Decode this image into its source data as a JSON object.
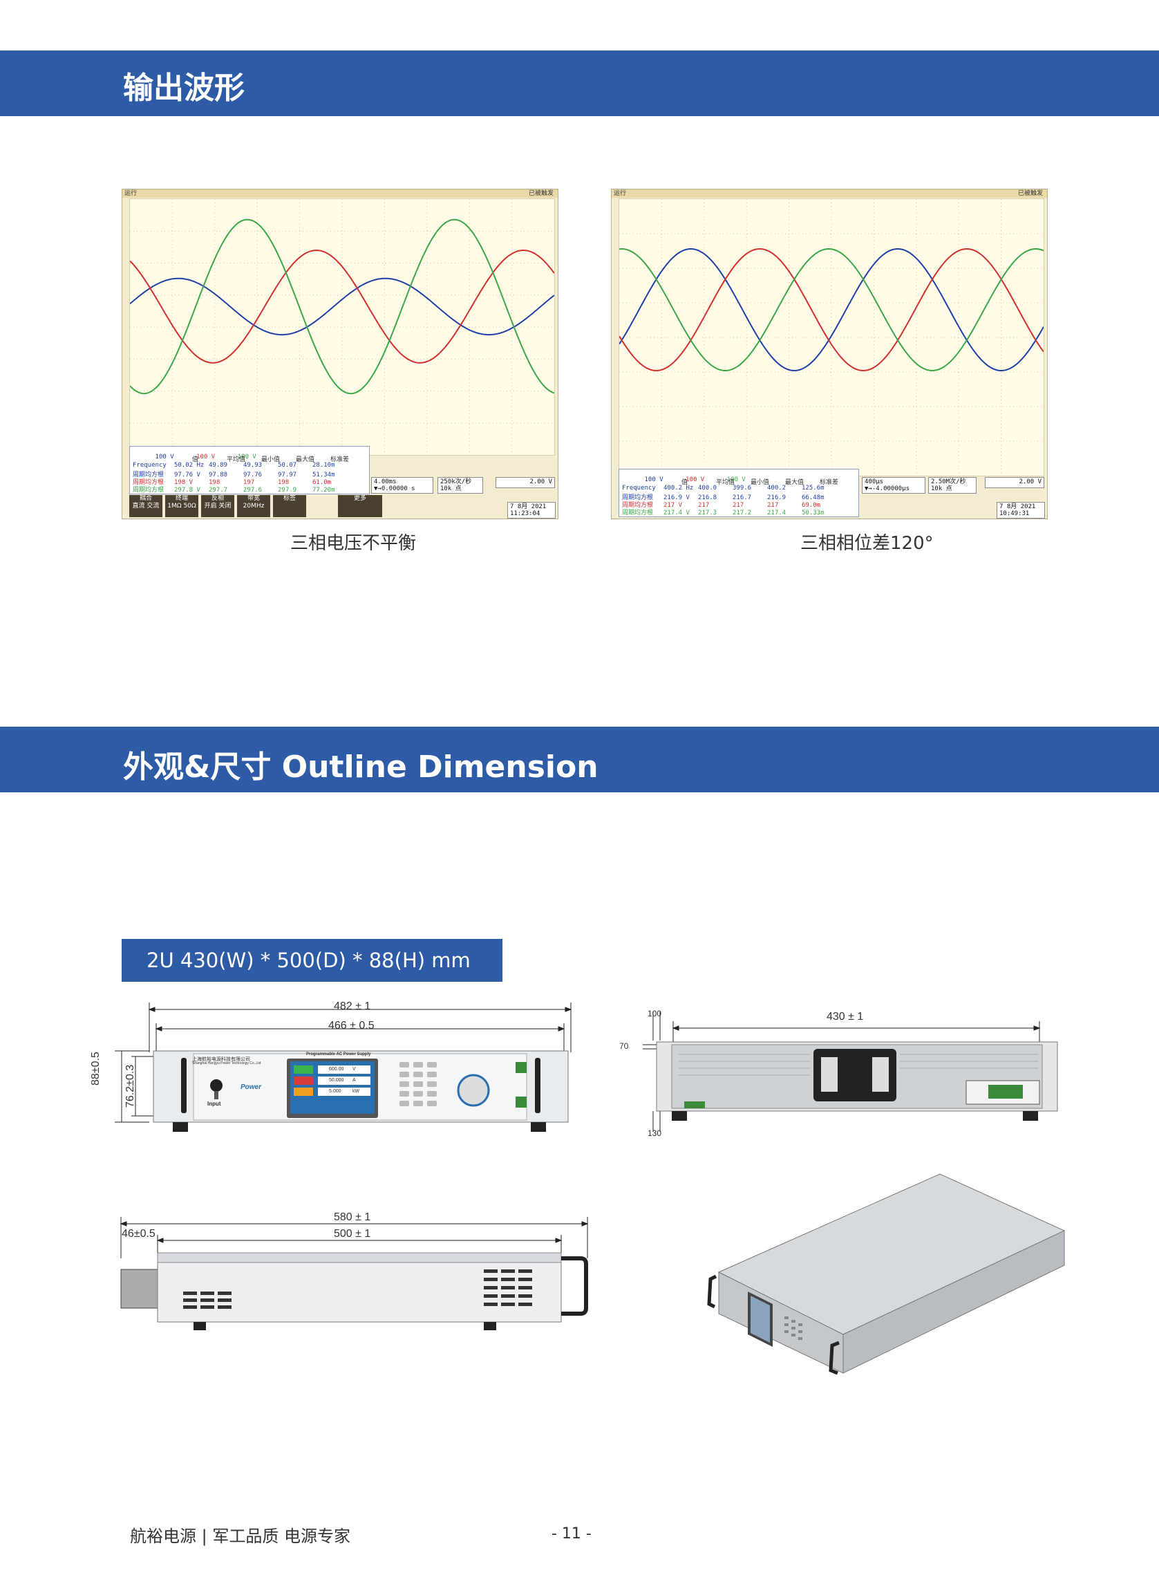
{
  "section1": {
    "title": "输出波形"
  },
  "section2": {
    "title": "外观&尺寸 Outline Dimension"
  },
  "scope_left": {
    "status_left": "运行",
    "status_right": "已被触发",
    "channels": [
      {
        "id": "1",
        "scale": "100 V",
        "color": "#1e3fa8"
      },
      {
        "id": "2",
        "scale": "100 V",
        "color": "#d32f2f"
      },
      {
        "id": "3",
        "scale": "100 V",
        "color": "#3aa64a"
      }
    ],
    "meas_headers": [
      "值",
      "平均值",
      "最小值",
      "最大值",
      "标准差"
    ],
    "meas_rows": [
      {
        "ch": "1",
        "name": "Frequency",
        "val": "50.02 Hz",
        "avg": "49.89",
        "min": "49.93",
        "max": "50.07",
        "std": "28.10m",
        "color": "blue"
      },
      {
        "ch": "1",
        "name": "周期均方根",
        "val": "97.76 V",
        "avg": "97.88",
        "min": "97.76",
        "max": "97.97",
        "std": "51.34m",
        "color": "blue"
      },
      {
        "ch": "2",
        "name": "周期均方根",
        "val": "198 V",
        "avg": "198",
        "min": "197",
        "max": "198",
        "std": "61.0m",
        "color": "red"
      },
      {
        "ch": "3",
        "name": "周期均方根",
        "val": "297.8 V",
        "avg": "297.7",
        "min": "297.6",
        "max": "297.9",
        "std": "77.20m",
        "color": "green"
      }
    ],
    "timebase": "4.00ms",
    "delay": "▼→0.00000 s",
    "sample": "250k次/秒",
    "points": "10k 点",
    "trigger": "2.00 V",
    "date": "7 8月 2021",
    "time": "11:23:04",
    "softkeys": [
      "耦合",
      "终端",
      "反相",
      "带宽",
      "标签",
      "更多"
    ],
    "softkey_sub": [
      "直流  交流",
      "1MΩ  50Ω",
      "开启  关闭",
      "20MHz",
      "",
      ""
    ],
    "caption": "三相电压不平衡"
  },
  "scope_right": {
    "status_left": "运行",
    "status_right": "已被触发",
    "channels": [
      {
        "id": "1",
        "scale": "100 V",
        "color": "#1e3fa8"
      },
      {
        "id": "2",
        "scale": "100 V",
        "color": "#d32f2f"
      },
      {
        "id": "3",
        "scale": "100 V",
        "color": "#3aa64a"
      }
    ],
    "meas_headers": [
      "值",
      "平均值",
      "最小值",
      "最大值",
      "标准差"
    ],
    "meas_rows": [
      {
        "ch": "1",
        "name": "Frequency",
        "val": "400.2 Hz",
        "avg": "400.0",
        "min": "399.6",
        "max": "400.2",
        "std": "125.6m",
        "color": "blue"
      },
      {
        "ch": "1",
        "name": "周期均方根",
        "val": "216.9 V",
        "avg": "216.8",
        "min": "216.7",
        "max": "216.9",
        "std": "66.48m",
        "color": "blue"
      },
      {
        "ch": "2",
        "name": "周期均方根",
        "val": "217 V",
        "avg": "217",
        "min": "217",
        "max": "217",
        "std": "69.0m",
        "color": "red"
      },
      {
        "ch": "3",
        "name": "周期均方根",
        "val": "217.4 V",
        "avg": "217.3",
        "min": "217.2",
        "max": "217.4",
        "std": "50.33m",
        "color": "green"
      }
    ],
    "timebase": "400μs",
    "delay": "▼→-4.00000μs",
    "sample": "2.50M次/秒",
    "points": "10k 点",
    "trigger": "2.00 V",
    "date": "7 8月 2021",
    "time": "10:49:31",
    "caption": "三相相位差120°"
  },
  "dimension": {
    "spec": "2U    430(W) * 500(D) * 88(H) mm",
    "front": {
      "outer_width": "482 ± 1",
      "inner_width": "466 ± 0.5",
      "height_outer": "88±0.5",
      "height_inner": "76.2±0.3",
      "panel_company": "上海航裕电源科技有限公司",
      "panel_company_en": "Shanghai Hangyu Power Technology Co.,Ltd",
      "panel_title": "Programmable AC Power Supply",
      "panel_input": "Input",
      "panel_brand": "Power",
      "screen_values": [
        "600.00",
        "50.000",
        "5.000"
      ],
      "screen_units": [
        "V",
        "A",
        "kW"
      ]
    },
    "rear": {
      "width": "430 ± 1",
      "dim_a": "100",
      "dim_b": "70",
      "dim_c": "130"
    },
    "side": {
      "outer_depth": "580 ± 1",
      "inner_depth": "500 ± 1",
      "handle": "46±0.5"
    }
  },
  "footer": {
    "left": "航裕电源 | 军工品质 电源专家",
    "page": "- 11 -"
  }
}
